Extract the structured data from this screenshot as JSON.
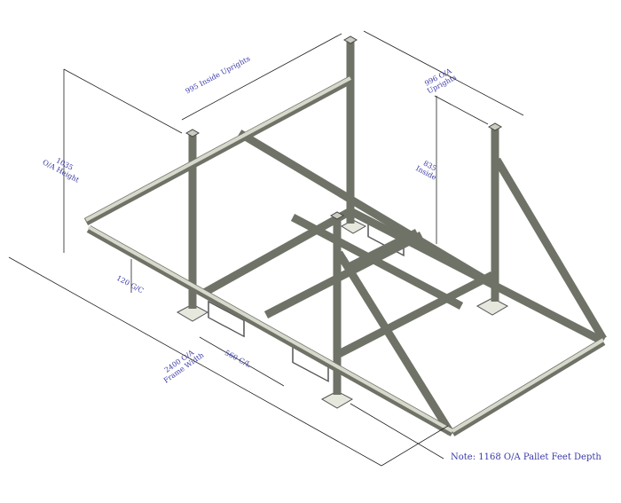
{
  "dimensions": {
    "inside_uprights": "995 Inside Uprights",
    "oa_uprights_1": "996 O/A",
    "oa_uprights_2": "Uprights",
    "oa_height_1": "1035",
    "oa_height_2": "O/A Height",
    "inside_height_1": "835",
    "inside_height_2": "Inside",
    "gc": "120 G/C",
    "frame_width_1": "2400 O/A",
    "frame_width_2": "Frame Width",
    "cl": "560 C/L"
  },
  "note": "Note: 1168 O/A Pallet Feet Depth",
  "colors": {
    "steel": "#6f7266",
    "dimension_text": "#3a3aa8"
  }
}
